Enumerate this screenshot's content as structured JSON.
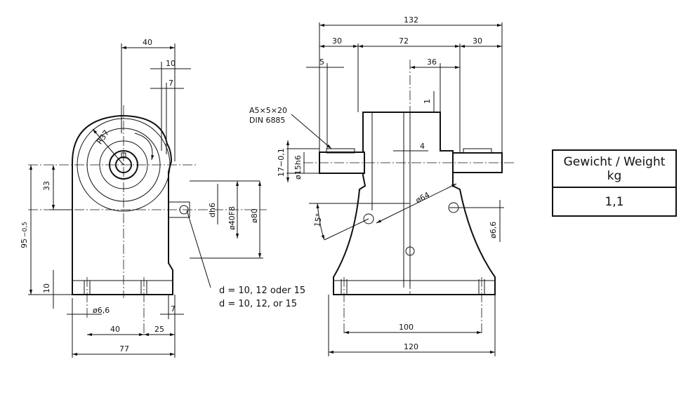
{
  "left_view": {
    "dims": {
      "d40": "40",
      "d10": "10",
      "d7_top": "7",
      "r37": "R37",
      "d33": "33",
      "d95": "95",
      "d95_tol": "−0,5",
      "d10_base": "10",
      "d6_6": "ø6,6",
      "d40_base": "40",
      "d25": "25",
      "d7_bottom": "7",
      "d77": "77",
      "d_h6": "dh6",
      "d40F8": "ø40F8",
      "d80": "ø80"
    }
  },
  "right_view": {
    "dims": {
      "d132": "132",
      "d30_left": "30",
      "d72": "72",
      "d30_right": "30",
      "d5": "5",
      "d36": "36",
      "d1": "1",
      "d4": "4",
      "d17": "17−0,1",
      "d15h6": "ø15h6",
      "d64": "ø64",
      "d15deg": "15°",
      "d6_6": "ø6,6",
      "d100": "100",
      "d120": "120"
    },
    "key_note_line1": "A5×5×20",
    "key_note_line2": "DIN 6885"
  },
  "shaft_note": {
    "line_de": "d = 10, 12 oder 15",
    "line_en": "d = 10, 12, or 15"
  },
  "weight_table": {
    "header_line1": "Gewicht / Weight",
    "header_line2": "kg",
    "value": "1,1"
  }
}
